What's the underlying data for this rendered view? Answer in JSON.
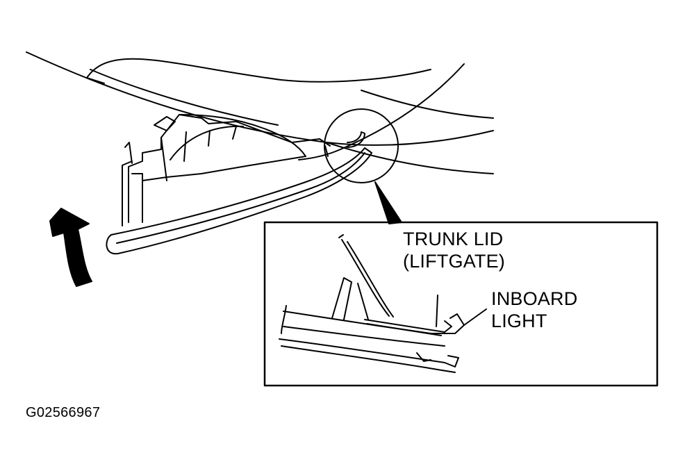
{
  "labels": {
    "trunk_lid_line1": "TRUNK LID",
    "trunk_lid_line2": "(LIFTGATE)",
    "inboard_light_line1": "INBOARD",
    "inboard_light_line2": "LIGHT"
  },
  "figure_id": "G02566967",
  "colors": {
    "ink": "#000000",
    "paper": "#ffffff"
  }
}
